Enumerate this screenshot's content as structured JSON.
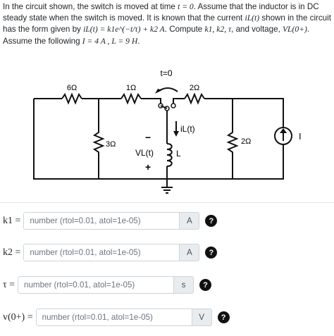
{
  "question": {
    "p1": "In the circuit shown, the switch is moved at time ",
    "m_t0": "t = 0",
    "p2": ". Assume that the inductor is in DC steady state when the switch is moved. It is known that the current ",
    "m_iL": "iL(t)",
    "p3": " shown in the circuit has the form given by ",
    "m_form": "iL(t) = k1e^(−t/τ) + k2 A",
    "p4": ". Compute ",
    "m_vars": "k1, k2, τ",
    "p5": ", and voltage, ",
    "m_vl": "VL(0+)",
    "p6": ". Assume the following ",
    "m_given": "I = 4 A , L = 9 H",
    "p7": "."
  },
  "circuit": {
    "switch_label": "t=0",
    "r1": "6Ω",
    "r2": "1Ω",
    "r3": "2Ω",
    "r4": "3Ω",
    "r5": "2Ω",
    "il_label": "iL(t)",
    "vl_label": "VL(t)",
    "minus": "−",
    "plus": "+",
    "inductor_label": "L",
    "source_label": "I"
  },
  "answers": [
    {
      "label": "k1 =",
      "placeholder": "number (rtol=0.01, atol=1e-05)",
      "unit": "A",
      "help": "?"
    },
    {
      "label": "k2 =",
      "placeholder": "number (rtol=0.01, atol=1e-05)",
      "unit": "A",
      "help": "?"
    },
    {
      "label": "τ =",
      "placeholder": "number (rtol=0.01, atol=1e-05)",
      "unit": "s",
      "help": "?"
    },
    {
      "label": "v(0+) =",
      "placeholder": "number (rtol=0.01, atol=1e-05)",
      "unit": "V",
      "help": "?"
    }
  ]
}
